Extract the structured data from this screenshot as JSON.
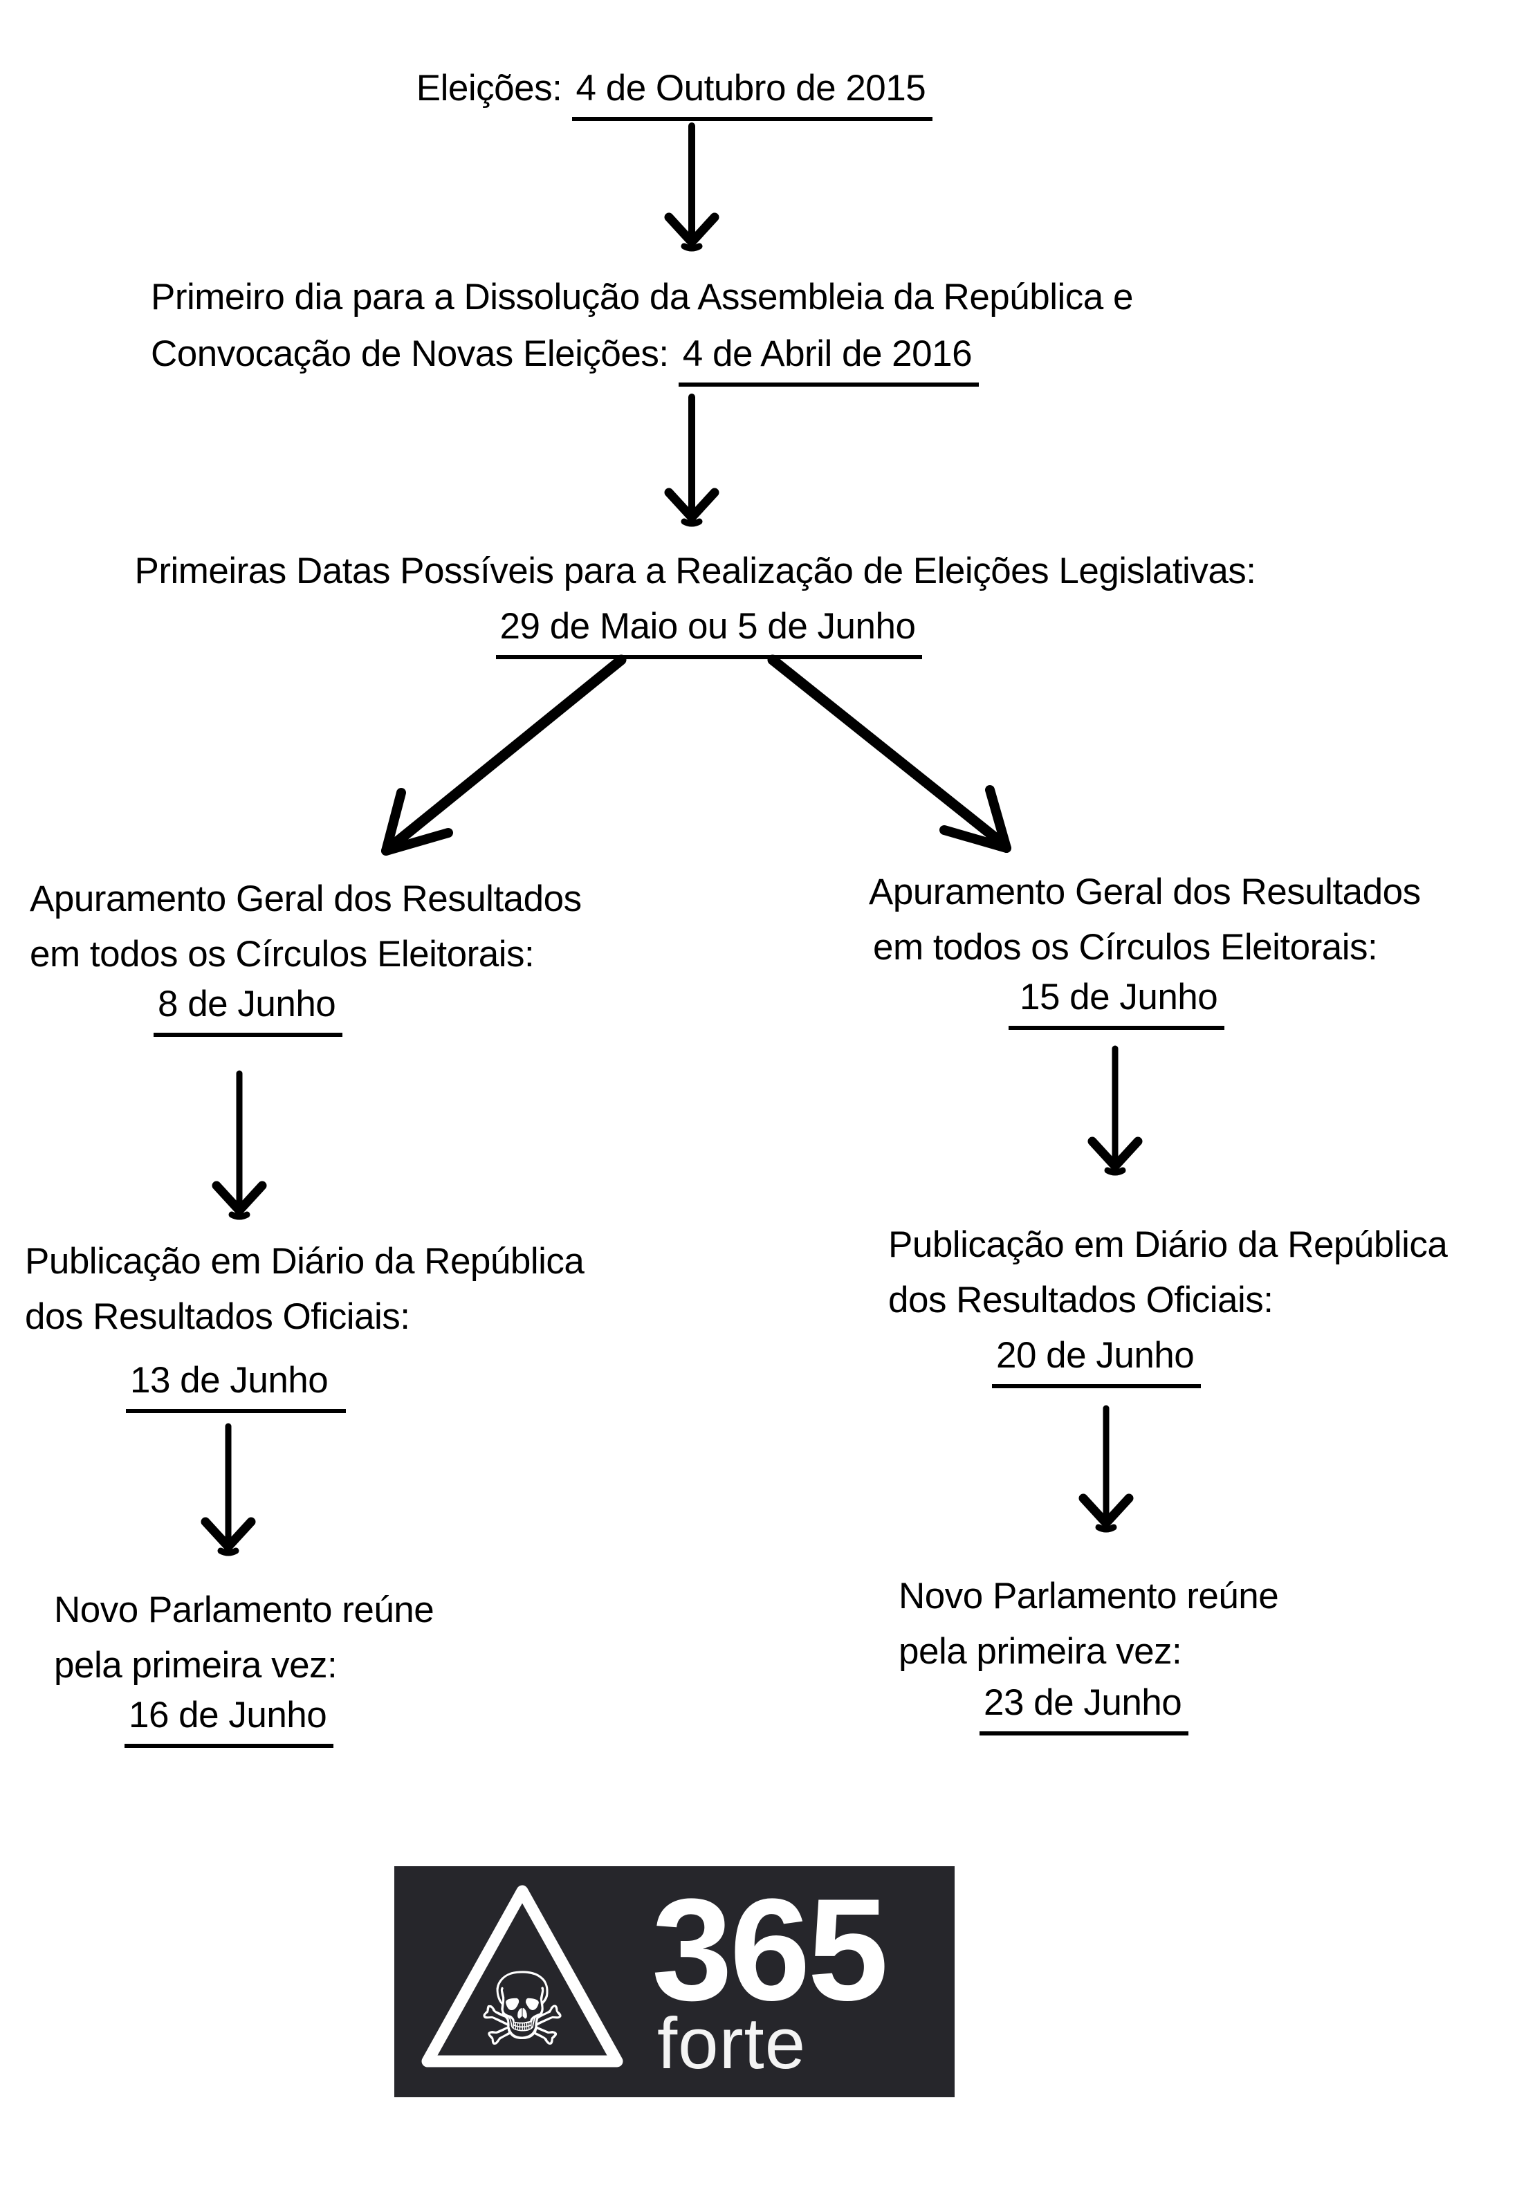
{
  "step1": {
    "label": "Eleições: ",
    "date": "4 de Outubro de 2015"
  },
  "step2": {
    "line1": "Primeiro dia para a Dissolução da Assembleia da República e",
    "line2": "Convocação de Novas Eleições: ",
    "date": "4 de Abril de 2016"
  },
  "step3": {
    "line1": "Primeiras Datas Possíveis para a Realização de Eleições Legislativas:",
    "date": "29 de Maio ou 5 de Junho"
  },
  "branch_left": {
    "apuramento_line1": "Apuramento Geral dos Resultados",
    "apuramento_line2": "em todos os Círculos Eleitorais:",
    "apuramento_date": "8 de Junho",
    "publicacao_line1": "Publicação em Diário da República",
    "publicacao_line2": "dos Resultados Oficiais:",
    "publicacao_date": "13 de Junho",
    "parlamento_line1": "Novo Parlamento reúne",
    "parlamento_line2": "pela primeira vez:",
    "parlamento_date": "16 de Junho"
  },
  "branch_right": {
    "apuramento_line1": "Apuramento Geral dos Resultados",
    "apuramento_line2": "em todos os Círculos Eleitorais:",
    "apuramento_date": "15 de Junho",
    "publicacao_line1": "Publicação em Diário da República",
    "publicacao_line2": "dos Resultados Oficiais:",
    "publicacao_date": "20 de Junho",
    "parlamento_line1": "Novo Parlamento reúne",
    "parlamento_line2": "pela primeira vez:",
    "parlamento_date": "23 de Junho"
  },
  "logo": {
    "number": "365",
    "word": "forte",
    "skull_icon": "☠",
    "bg_color": "#26262b",
    "text_color": "#ffffff",
    "diagram_text_color": "#000000",
    "page_bg_color": "#ffffff"
  }
}
